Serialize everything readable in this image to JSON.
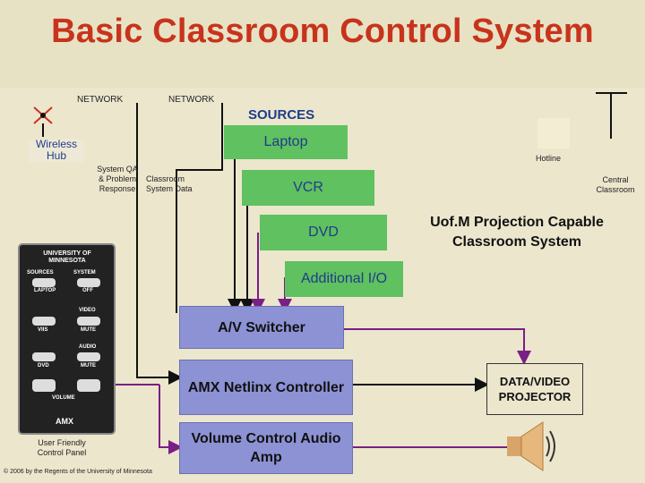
{
  "title": "Basic Classroom Control System",
  "labels": {
    "network_left": "NETWORK",
    "network_right": "NETWORK",
    "sources": "SOURCES",
    "wireless_hub": "Wireless Hub",
    "system_qa": "System QA & Problem Response",
    "classroom_data": "Classroom System Data",
    "hotline": "Hotline",
    "central_classroom": "Central Classroom",
    "projection_capable": "Uof.M Projection Capable Classroom System",
    "user_panel": "User Friendly Control Panel",
    "copyright": "© 2006 by the Regents of the University of Minnesota"
  },
  "sources": {
    "laptop": "Laptop",
    "vcr": "VCR",
    "dvd": "DVD",
    "additional_io": "Additional I/O"
  },
  "components": {
    "av_switcher": "A/V Switcher",
    "amx_controller": "AMX Netlinx Controller",
    "volume_amp": "Volume Control Audio Amp",
    "projector": "DATA/VIDEO PROJECTOR"
  },
  "panel": {
    "university": "UNIVERSITY OF MINNESOTA",
    "sources": "SOURCES",
    "system": "SYSTEM",
    "laptop": "LAPTOP",
    "off": "OFF",
    "video": "VIDEO",
    "mute": "MUTE",
    "vis": "VIIS",
    "audio": "AUDIO",
    "mute2": "MUTE",
    "dvd": "DVD",
    "volume": "VOLUME",
    "brand": "AMX"
  },
  "colors": {
    "title": "#c8331c",
    "source_box": "#5fc15f",
    "component_box": "#8c92d4",
    "wire_purple": "#7a1f86"
  }
}
